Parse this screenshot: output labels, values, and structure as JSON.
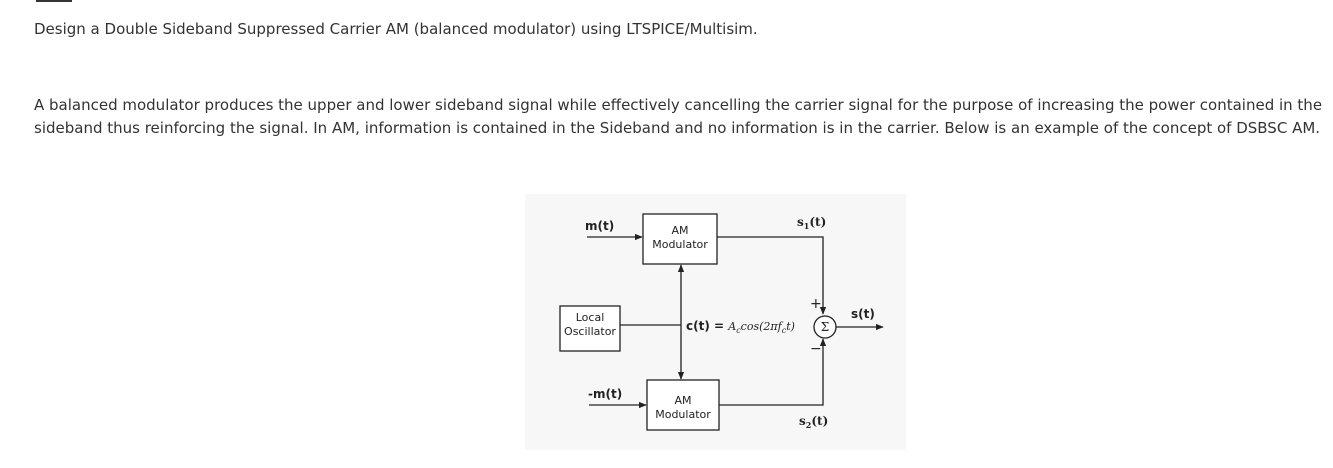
{
  "paragraph_1": "Design a Double Sideband Suppressed Carrier AM (balanced modulator) using LTSPICE/Multisim.",
  "paragraph_2_line_1": "A balanced modulator produces the upper and lower sideband signal while effectively cancelling the carrier signal for the purpose of increasing the power contained in the",
  "paragraph_2_line_2": "sideband thus reinforcing the signal. In AM, information is contained in the Sideband and no information is in the carrier. Below is an example of the concept of DSBSC AM.",
  "diagram": {
    "input_top": "m(t)",
    "input_bottom": "-m(t)",
    "modulator_top_line1": "AM",
    "modulator_top_line2": "Modulator",
    "modulator_bottom_line1": "AM",
    "modulator_bottom_line2": "Modulator",
    "oscillator_line1": "Local",
    "oscillator_line2": "Oscillator",
    "carrier_prefix": "c(t) = ",
    "carrier_amp": "A",
    "carrier_amp_sub": "c",
    "carrier_func": "cos(2πf",
    "carrier_func_sub": "c",
    "carrier_tail": "t)",
    "s1_base": "s",
    "s1_sub": "1",
    "s1_tail": "(t)",
    "s2_base": "s",
    "s2_sub": "2",
    "s2_tail": "(t)",
    "output": "s(t)",
    "summer_symbol": "Σ",
    "plus_sign": "+",
    "minus_sign": "−"
  }
}
